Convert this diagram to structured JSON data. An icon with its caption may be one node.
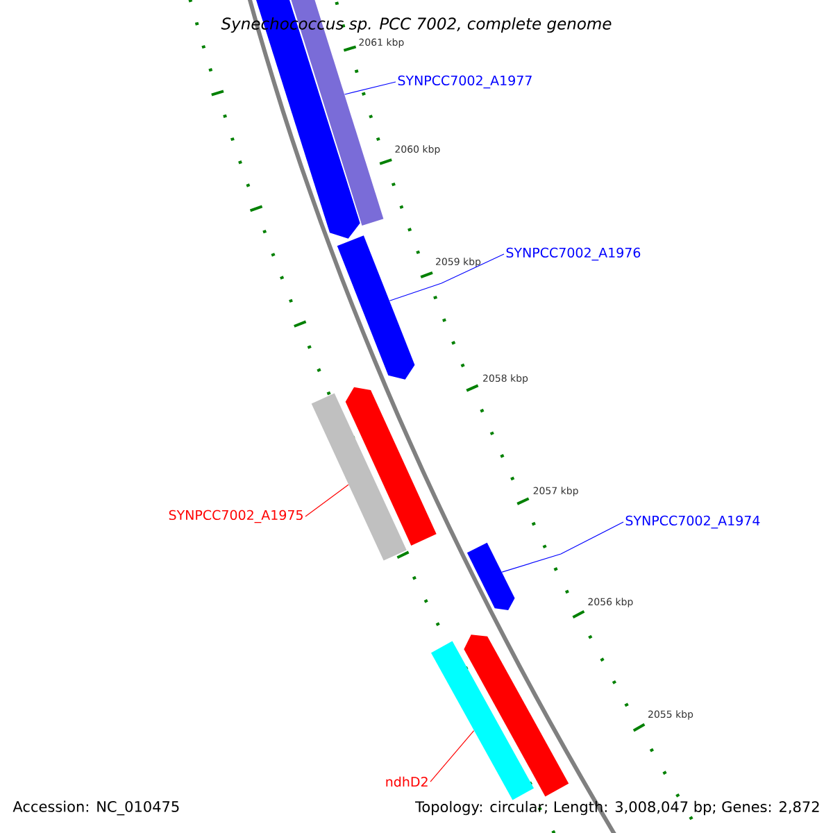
{
  "diagram": {
    "title": "Synechococcus sp. PCC 7002, complete genome",
    "nodes": [
      {
        "text": [
          "SYNPCC7002_A1977"
        ]
      },
      {
        "text": [
          "SYNPCC7002_A1976"
        ]
      },
      {
        "text": [
          "SYNPCC7002_A1975"
        ]
      },
      {
        "text": [
          "SYNPCC7002_A1974"
        ]
      },
      {
        "text": [
          "ndhD2"
        ]
      },
      {
        "text": [],
        "shape": "bar"
      },
      {
        "text": [],
        "shape": "bar"
      },
      {
        "text": [],
        "shape": "bar"
      },
      {
        "text": [],
        "shape": "bar"
      },
      {
        "text": [],
        "shape": "bar"
      },
      {
        "text": [],
        "shape": "bar"
      },
      {
        "text": [],
        "shape": "bar"
      },
      {
        "text": [],
        "shape": "bar"
      }
    ],
    "edges": [
      {
        "from": 0,
        "to": 6,
        "arrow": "none"
      },
      {
        "from": 1,
        "to": 7,
        "arrow": "none"
      },
      {
        "from": 2,
        "to": 8,
        "arrow": "none",
        "color": "#ff0000"
      },
      {
        "from": 3,
        "to": 10,
        "arrow": "none"
      },
      {
        "from": 4,
        "to": 11,
        "arrow": "none",
        "color": "#ff0000"
      }
    ],
    "labels": [
      "2061 kbp",
      "2060 kbp",
      "2059 kbp",
      "2058 kbp",
      "2057 kbp",
      "2056 kbp",
      "2055 kbp",
      "Accession: NC_010475",
      "Topology: circular; Length: 3,008,047 bp; Genes: 2,872"
    ]
  }
}
